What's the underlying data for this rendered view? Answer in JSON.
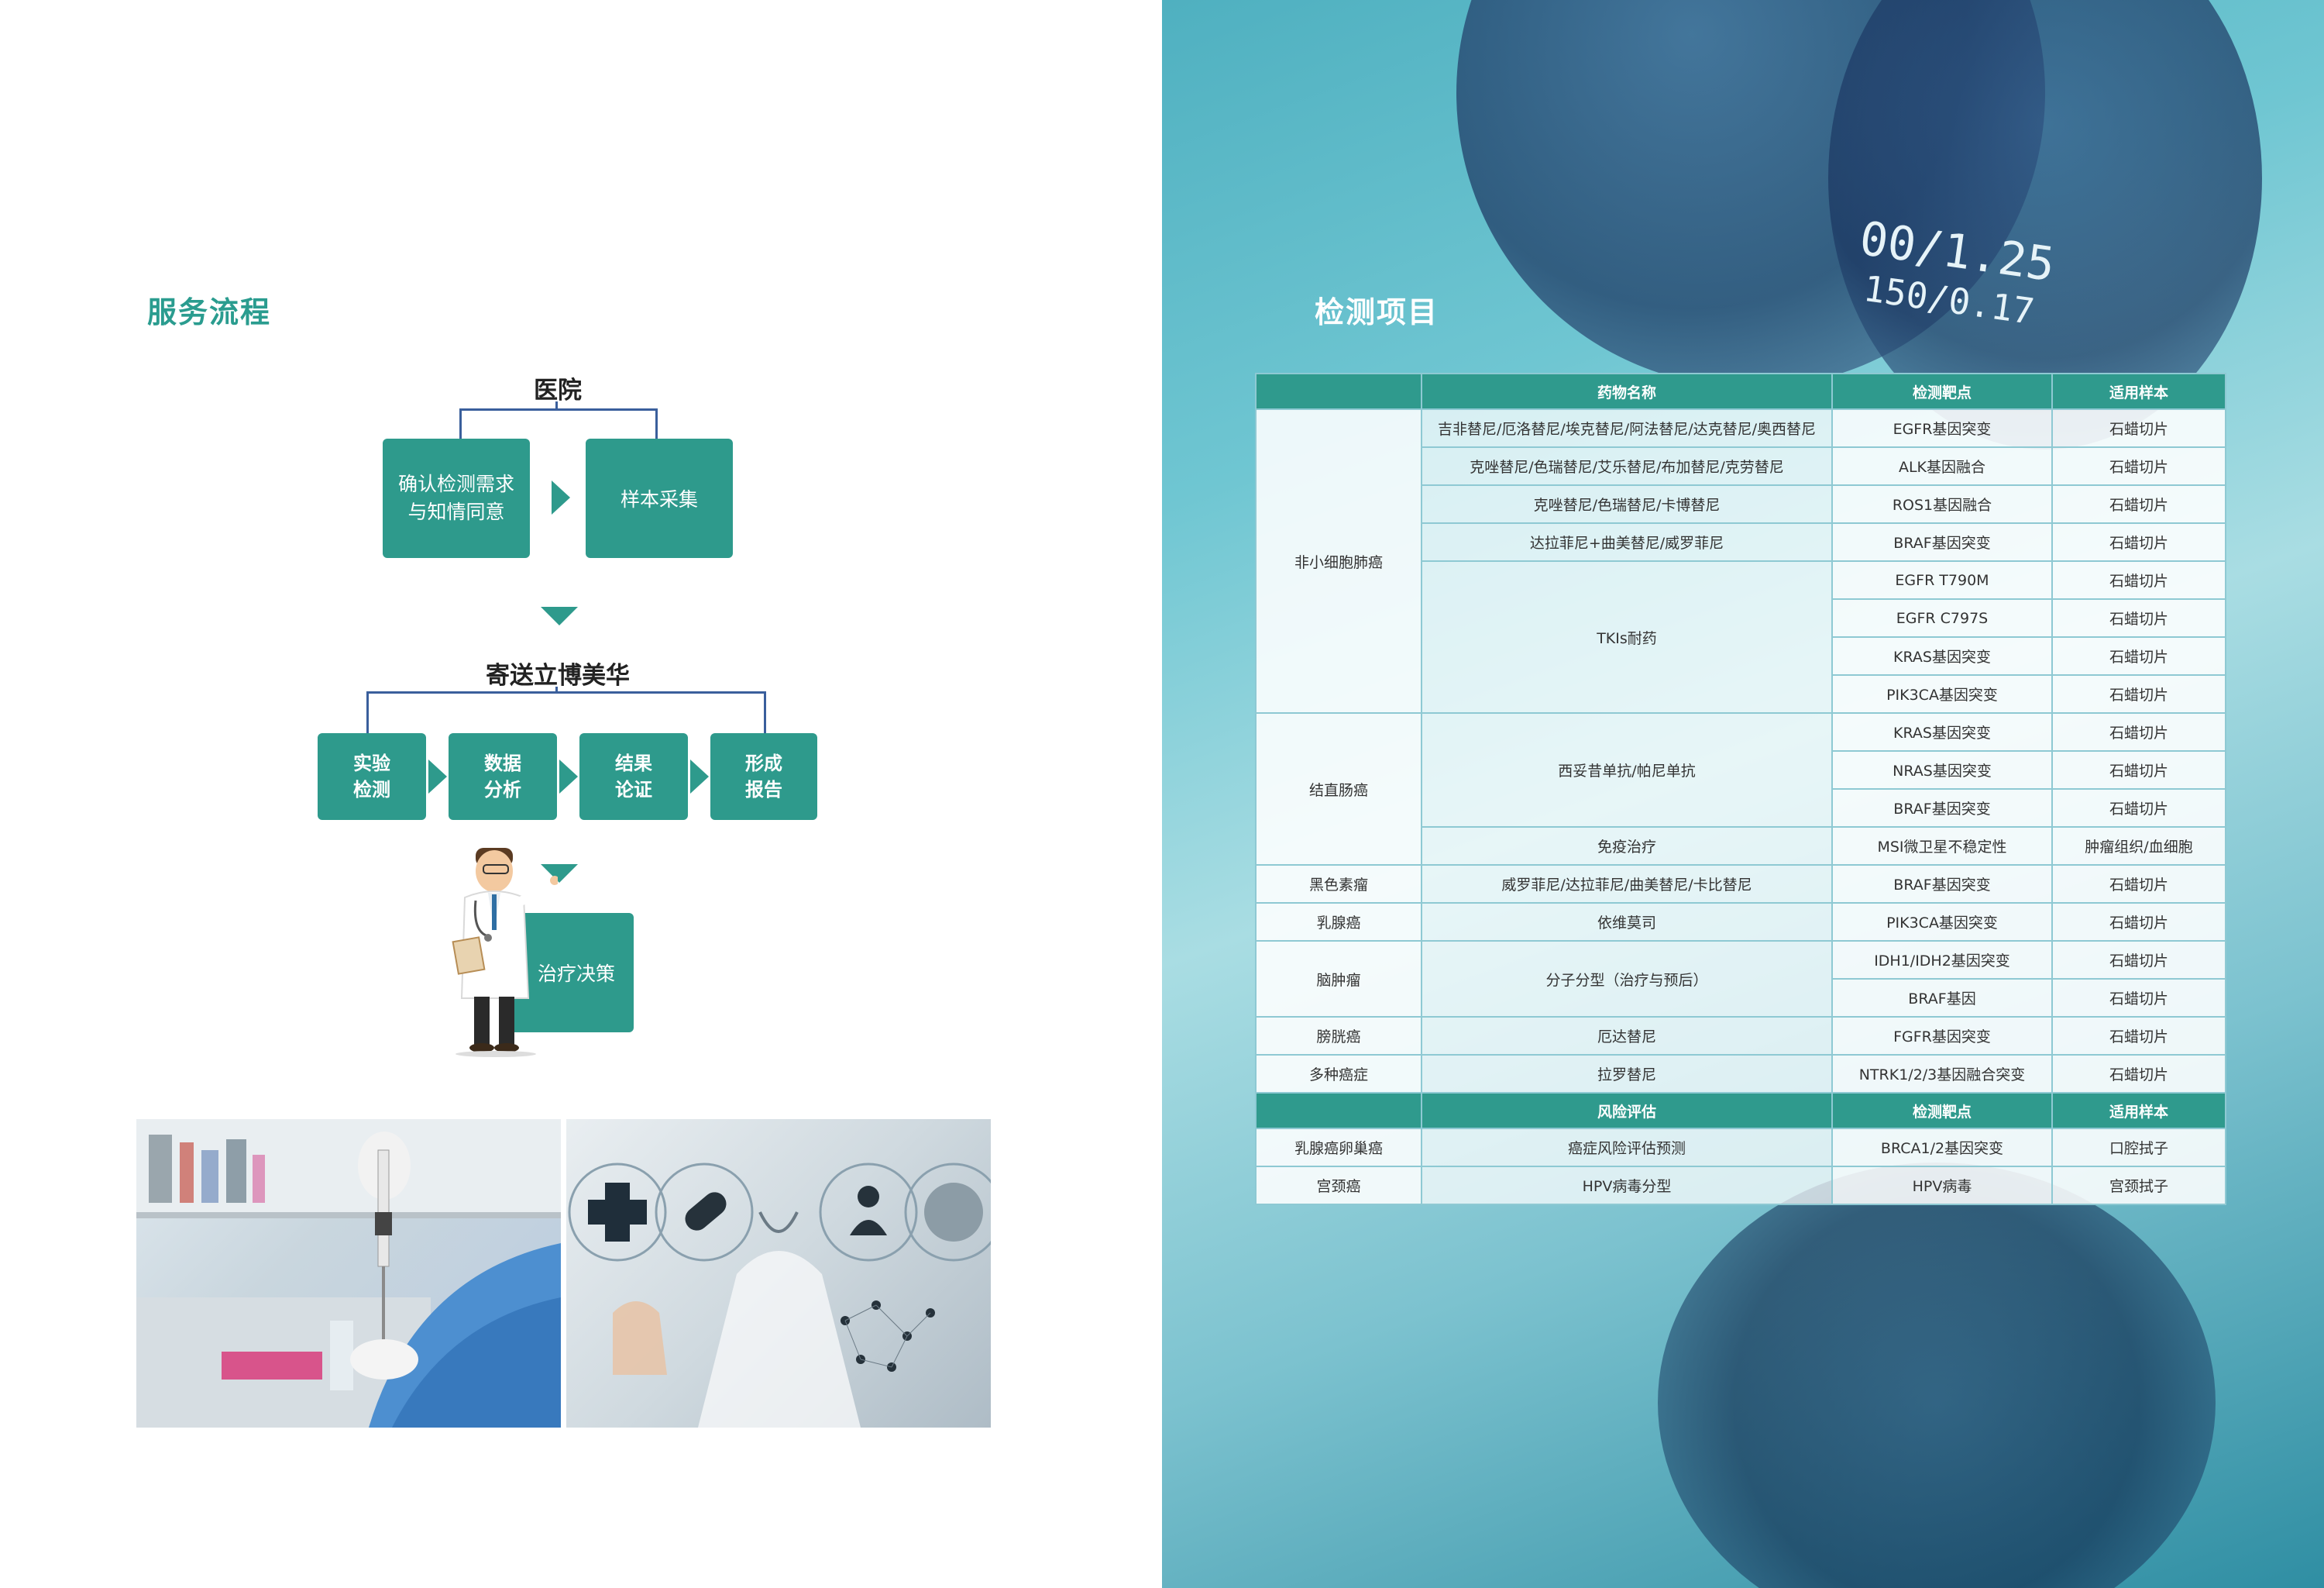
{
  "left_page": {
    "title": "服务流程",
    "flow": {
      "hospital": "医院",
      "step1_line1": "确认检测需求",
      "step1_line2": "与知情同意",
      "step2": "样本采集",
      "shipping": "寄送立博美华",
      "lab_steps": [
        {
          "l1": "实验",
          "l2": "检测"
        },
        {
          "l1": "数据",
          "l2": "分析"
        },
        {
          "l1": "结果",
          "l2": "论证"
        },
        {
          "l1": "形成",
          "l2": "报告"
        }
      ],
      "decision": "治疗决策"
    }
  },
  "right_page": {
    "title": "检测项目",
    "lens_text_1": "00/1.25",
    "lens_text_2": "150/0.17",
    "table1": {
      "headers": [
        "",
        "药物名称",
        "检测靶点",
        "适用样本"
      ],
      "rows": [
        {
          "cancer": "非小细胞肺癌",
          "drug": "吉非替尼/厄洛替尼/埃克替尼/阿法替尼/达克替尼/奥西替尼",
          "target": "EGFR基因突变",
          "sample": "石蜡切片"
        },
        {
          "drug": "克唑替尼/色瑞替尼/艾乐替尼/布加替尼/克劳替尼",
          "target": "ALK基因融合",
          "sample": "石蜡切片"
        },
        {
          "drug": "克唑替尼/色瑞替尼/卡博替尼",
          "target": "ROS1基因融合",
          "sample": "石蜡切片"
        },
        {
          "drug": "达拉菲尼+曲美替尼/威罗菲尼",
          "target": "BRAF基因突变",
          "sample": "石蜡切片"
        },
        {
          "drug": "TKIs耐药",
          "target": "EGFR T790M",
          "sample": "石蜡切片"
        },
        {
          "target": "EGFR C797S",
          "sample": "石蜡切片"
        },
        {
          "target": "KRAS基因突变",
          "sample": "石蜡切片"
        },
        {
          "target": "PIK3CA基因突变",
          "sample": "石蜡切片"
        },
        {
          "cancer": "结直肠癌",
          "drug": "西妥昔单抗/帕尼单抗",
          "target": "KRAS基因突变",
          "sample": "石蜡切片"
        },
        {
          "target": "NRAS基因突变",
          "sample": "石蜡切片"
        },
        {
          "target": "BRAF基因突变",
          "sample": "石蜡切片"
        },
        {
          "drug": "免疫治疗",
          "target": "MSI微卫星不稳定性",
          "sample": "肿瘤组织/血细胞"
        },
        {
          "cancer": "黑色素瘤",
          "drug": "威罗菲尼/达拉菲尼/曲美替尼/卡比替尼",
          "target": "BRAF基因突变",
          "sample": "石蜡切片"
        },
        {
          "cancer": "乳腺癌",
          "drug": "依维莫司",
          "target": "PIK3CA基因突变",
          "sample": "石蜡切片"
        },
        {
          "cancer": "脑肿瘤",
          "drug": "分子分型（治疗与预后）",
          "target": "IDH1/IDH2基因突变",
          "sample": "石蜡切片"
        },
        {
          "target": "BRAF基因",
          "sample": "石蜡切片"
        },
        {
          "cancer": "膀胱癌",
          "drug": "厄达替尼",
          "target": "FGFR基因突变",
          "sample": "石蜡切片"
        },
        {
          "cancer": "多种癌症",
          "drug": "拉罗替尼",
          "target": "NTRK1/2/3基因融合突变",
          "sample": "石蜡切片"
        }
      ]
    },
    "table2": {
      "headers": [
        "",
        "风险评估",
        "检测靶点",
        "适用样本"
      ],
      "rows": [
        {
          "cancer": "乳腺癌卵巢癌",
          "drug": "癌症风险评估预测",
          "target": "BRCA1/2基因突变",
          "sample": "口腔拭子"
        },
        {
          "cancer": "宫颈癌",
          "drug": "HPV病毒分型",
          "target": "HPV病毒",
          "sample": "宫颈拭子"
        }
      ]
    }
  },
  "colors": {
    "teal": "#2e9a8c",
    "navy_line": "#3a5f9c",
    "cyan_bg": "#6fc6d2"
  },
  "icons": [
    "medical-cross-icon",
    "pill-icon",
    "doctor-icon",
    "globe-icon",
    "doctor-illustration"
  ]
}
